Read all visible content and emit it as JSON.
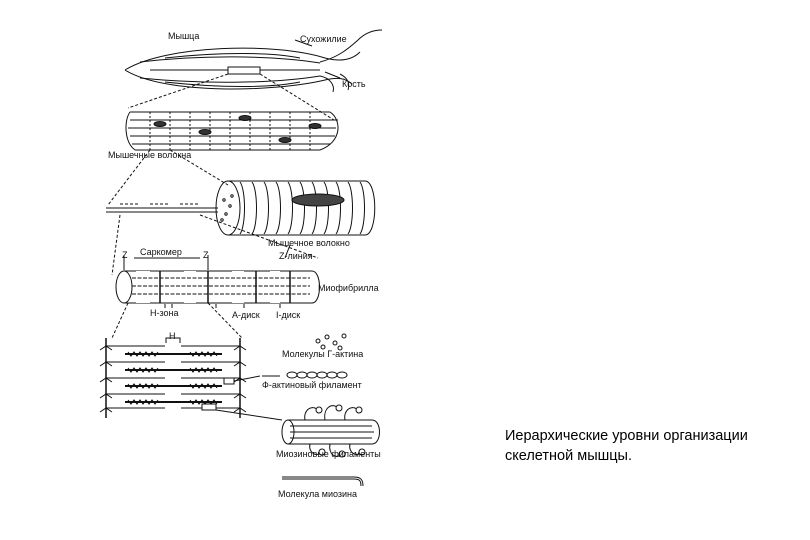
{
  "labels": {
    "muscle": "Мышца",
    "tendon": "Сухожилие",
    "bone": "Кость",
    "muscle_fibers": "Мышечные волокна",
    "muscle_fiber": "Мышечное волокно",
    "z_line": "Z-линия",
    "sarcomere": "Саркомер",
    "z_left": "Z",
    "z_right": "Z",
    "myofibril": "Миофибрилла",
    "h_zone": "Н-зона",
    "a_disk": "А-диск",
    "i_disk": "I-диск",
    "h_mark": "Н",
    "g_actin": "Молекулы Г-актина",
    "f_actin": "Ф-актиновый филамент",
    "myosin_filaments": "Миозиновые филаменты",
    "myosin_molecule": "Молекула миозина"
  },
  "caption": {
    "line1": "Иерархические уровни организации",
    "line2": "скелетной мышцы."
  }
}
